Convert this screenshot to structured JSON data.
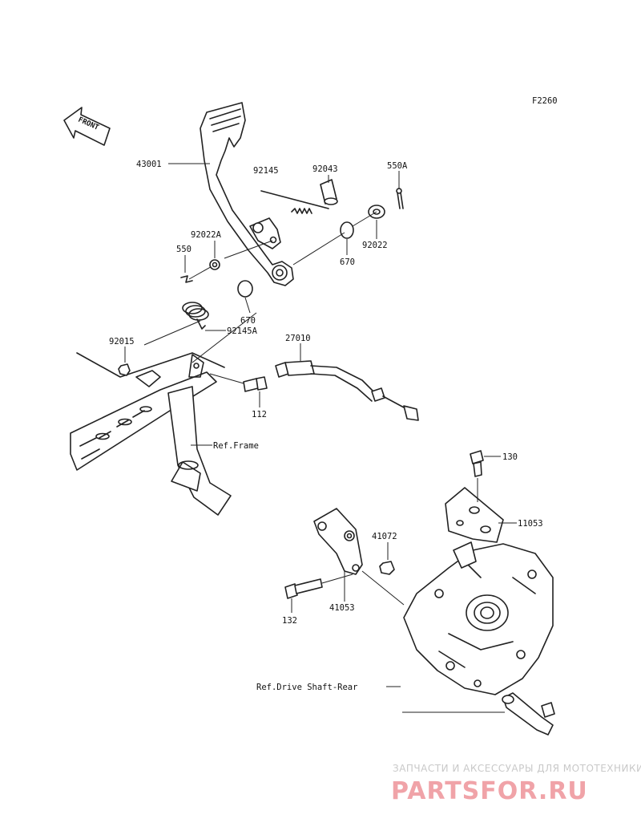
{
  "figure_code": "F2260",
  "front_label": "FRONT",
  "parts": {
    "p43001": "43001",
    "p92145": "92145",
    "p92043": "92043",
    "p550A": "550A",
    "p92022A": "92022A",
    "p550": "550",
    "p670a": "670",
    "p92022": "92022",
    "p670b": "670",
    "p92145A": "92145A",
    "p92015": "92015",
    "p27010": "27010",
    "p112": "112",
    "pRefFrame": "Ref.Frame",
    "p130": "130",
    "p11053": "11053",
    "p41072": "41072",
    "p41053": "41053",
    "p132": "132",
    "pRefDrive": "Ref.Drive Shaft-Rear"
  },
  "watermark": {
    "tagline": "ЗАПЧАСТИ И АКСЕССУАРЫ ДЛЯ МОТОТЕХНИКИ",
    "brand": "PARTSFOR.RU"
  },
  "colors": {
    "line": "#222222",
    "watermark_red": "#f0a3a8",
    "watermark_gray": "#c9c9c9"
  }
}
